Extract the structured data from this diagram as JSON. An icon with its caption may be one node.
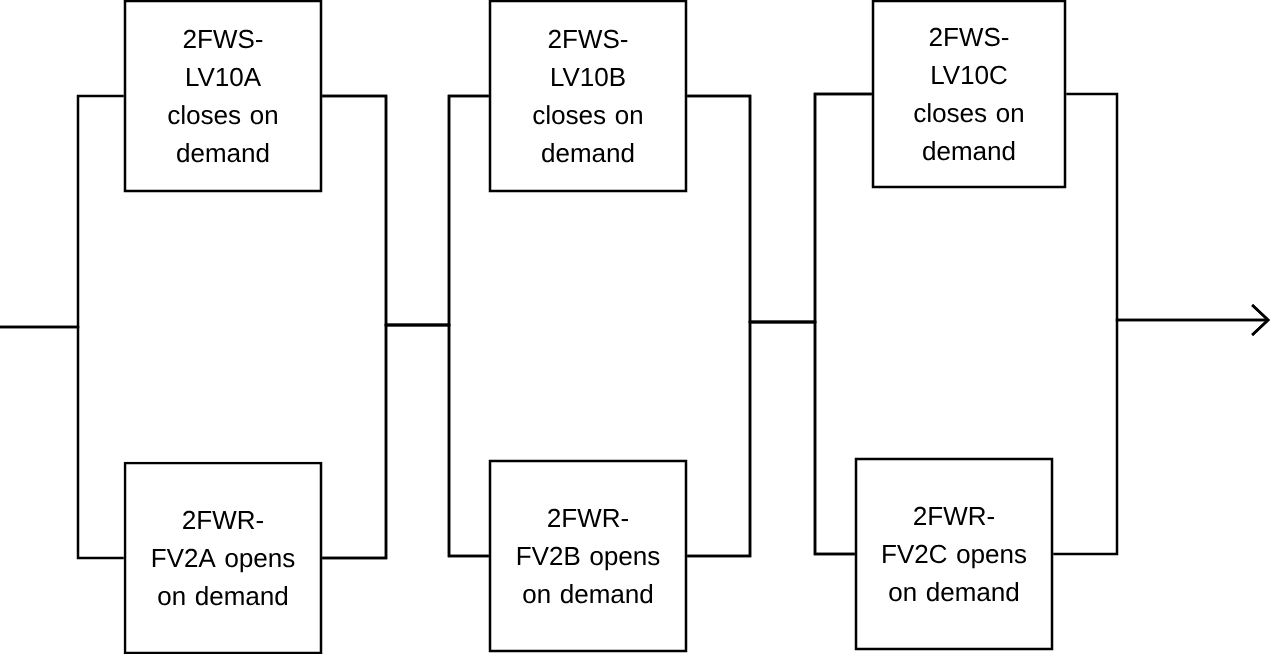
{
  "diagram": {
    "nodes": [
      {
        "text": [
          "2FWS- LV10A closes on demand"
        ]
      },
      {
        "text": [
          "2FWR- FV2A opens on demand"
        ]
      },
      {
        "text": [
          "2FWS- LV10B closes on demand"
        ]
      },
      {
        "text": [
          "2FWR- FV2B opens on demand"
        ]
      },
      {
        "text": [
          "2FWS- LV10C closes on demand"
        ]
      },
      {
        "text": [
          "2FWR- FV2C opens on demand"
        ]
      }
    ],
    "edges": [
      {
        "from": null,
        "to": 0,
        "arrow": "none"
      },
      {
        "from": null,
        "to": 1,
        "arrow": "none"
      },
      {
        "from": 0,
        "to": 2,
        "arrow": "none"
      },
      {
        "from": 0,
        "to": 3,
        "arrow": "none"
      },
      {
        "from": 1,
        "to": 2,
        "arrow": "none"
      },
      {
        "from": 1,
        "to": 3,
        "arrow": "none"
      },
      {
        "from": 2,
        "to": 4,
        "arrow": "none"
      },
      {
        "from": 2,
        "to": 5,
        "arrow": "none"
      },
      {
        "from": 3,
        "to": 4,
        "arrow": "none"
      },
      {
        "from": 3,
        "to": 5,
        "arrow": "none"
      },
      {
        "from": 4,
        "to": null,
        "arrow": "to"
      },
      {
        "from": 5,
        "to": null,
        "arrow": "to"
      }
    ]
  }
}
